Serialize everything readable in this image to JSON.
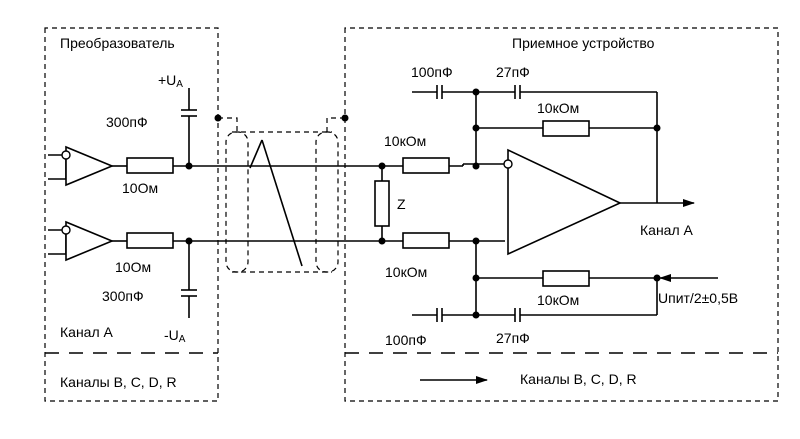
{
  "blocks": {
    "converter": "Преобразователь",
    "receiver": "Приемное устройство"
  },
  "supplies": {
    "plus_u": "+U",
    "minus_u": "-U",
    "sub": "A"
  },
  "components": {
    "cap_top": "300пФ",
    "cap_bottom": "300пФ",
    "res_top": "10Ом",
    "res_bottom": "10Ом",
    "res_in_top": "10кОм",
    "res_in_bottom": "10кОм",
    "res_fb_top": "10кОм",
    "res_fb_bottom": "10кОм",
    "cap_100_top": "100пФ",
    "cap_27_top": "27пФ",
    "cap_100_bottom": "100пФ",
    "cap_27_bottom": "27пФ",
    "z": "Z"
  },
  "labels": {
    "channel_a_left": "Канал А",
    "channel_a_out": "Канал А",
    "channels_left": "Каналы В, C, D, R",
    "channels_right": "Каналы В, C, D, R",
    "upit": "Uпит/2±0,5В"
  }
}
